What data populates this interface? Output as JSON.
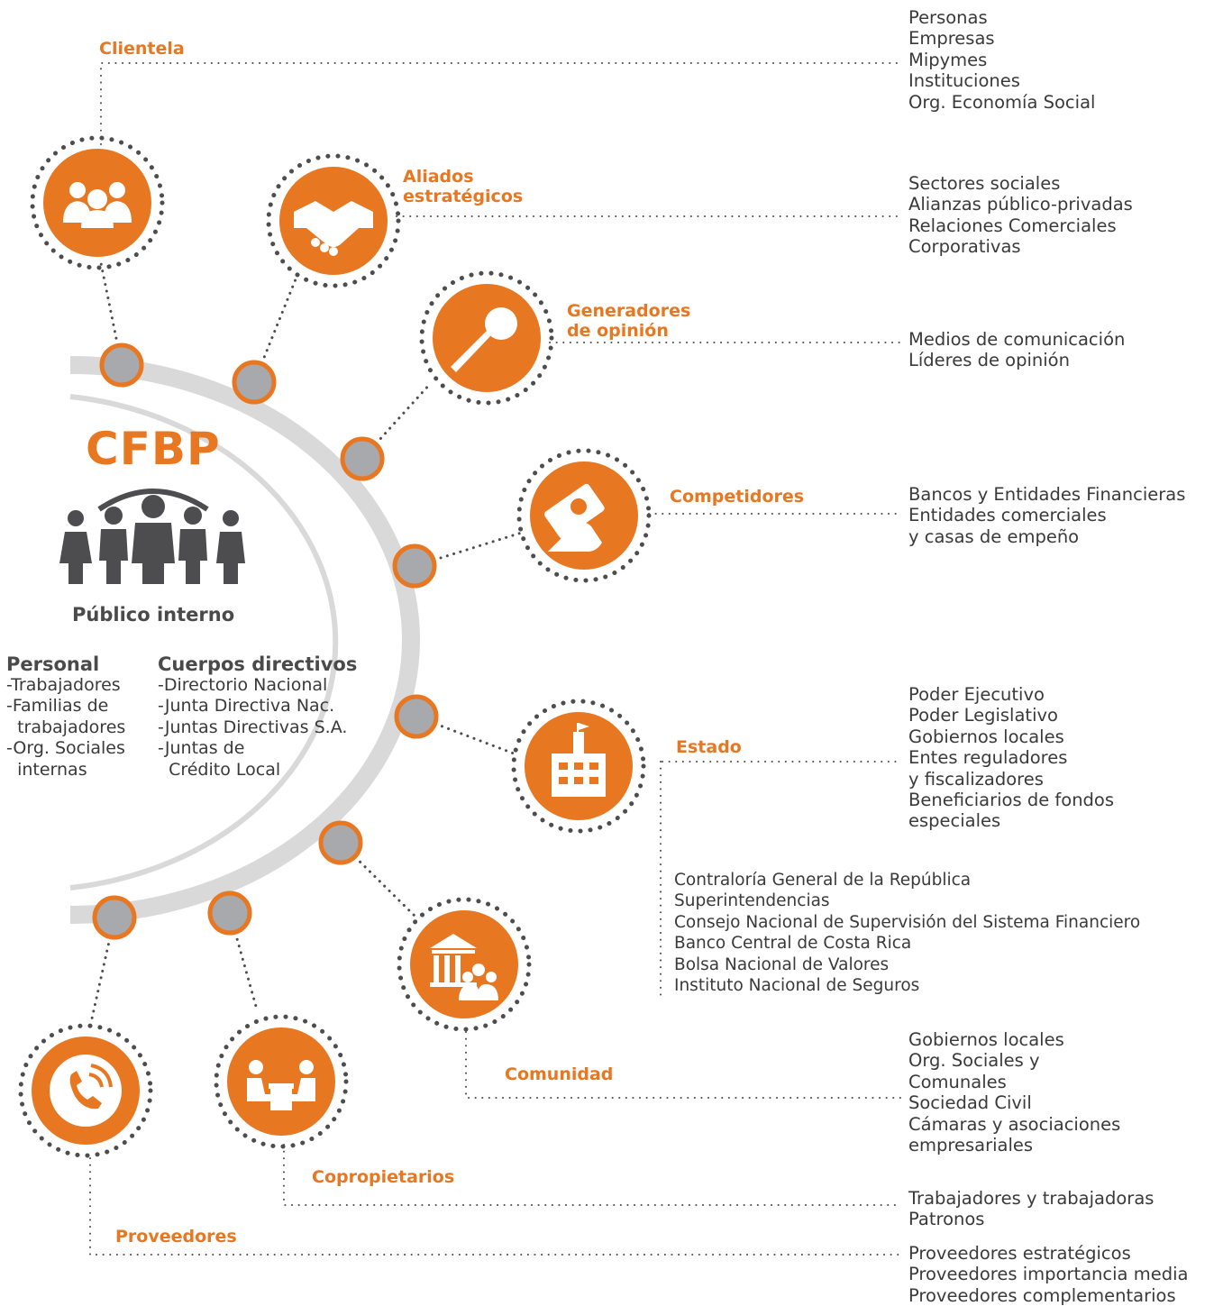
{
  "center": {
    "title": "CFBP",
    "subtitle": "Público interno",
    "groups": [
      {
        "heading": "Personal",
        "items": [
          "-Trabajadores",
          "-Familias de",
          "  trabajadores",
          "-Org. Sociales",
          "  internas"
        ]
      },
      {
        "heading": "Cuerpos directivos",
        "items": [
          "-Directorio Nacional",
          "-Junta Directiva Nac.",
          "-Juntas Directivas S.A.",
          "-Juntas de",
          "  Crédito Local"
        ]
      }
    ]
  },
  "stakeholders": [
    {
      "key": "clientela",
      "label": [
        "Clientela"
      ],
      "icon": "people-icon",
      "items": [
        "Personas",
        "Empresas",
        "Mipymes",
        "Instituciones",
        "Org. Economía Social"
      ]
    },
    {
      "key": "aliados",
      "label": [
        "Aliados",
        "estratégicos"
      ],
      "icon": "handshake-icon",
      "items": [
        "Sectores sociales",
        "Alianzas público-privadas",
        "Relaciones Comerciales",
        "Corporativas"
      ]
    },
    {
      "key": "generadores",
      "label": [
        "Generadores",
        "de opinión"
      ],
      "icon": "microphone-icon",
      "items": [
        "Medios de comunicación",
        "Líderes de opinión"
      ]
    },
    {
      "key": "competidores",
      "label": [
        "Competidores"
      ],
      "icon": "money-hand-icon",
      "items": [
        "Bancos y Entidades Financieras",
        "Entidades comerciales",
        "y casas de empeño"
      ]
    },
    {
      "key": "estado",
      "label": [
        "Estado"
      ],
      "icon": "government-building-icon",
      "items": [
        "Poder Ejecutivo",
        "Poder Legislativo",
        "Gobiernos locales",
        "Entes reguladores",
        "y fiscalizadores",
        "Beneficiarios de fondos",
        "especiales"
      ],
      "items2": [
        "Contraloría General de la República",
        "Superintendencias",
        "Consejo Nacional de Supervisión del Sistema Financiero",
        "Banco Central de Costa Rica",
        "Bolsa Nacional de Valores",
        "Instituto Nacional de Seguros"
      ]
    },
    {
      "key": "comunidad",
      "label": [
        "Comunidad"
      ],
      "icon": "community-icon",
      "items": [
        "Gobiernos locales",
        "Org. Sociales y",
        "Comunales",
        "Sociedad Civil",
        "Cámaras y asociaciones",
        "empresariales"
      ]
    },
    {
      "key": "copropietarios",
      "label": [
        "Copropietarios"
      ],
      "icon": "meeting-icon",
      "items": [
        "Trabajadores y trabajadoras",
        "Patronos"
      ]
    },
    {
      "key": "proveedores",
      "label": [
        "Proveedores"
      ],
      "icon": "phone-icon",
      "items": [
        "Proveedores estratégicos",
        "Proveedores importancia media",
        "Proveedores complementarios"
      ]
    }
  ],
  "colors": {
    "accent": "#e87722",
    "ring": "#d9d9d9",
    "node": "#a7a9ac",
    "dark": "#4d4d4f",
    "text": "#3a3a3a"
  }
}
